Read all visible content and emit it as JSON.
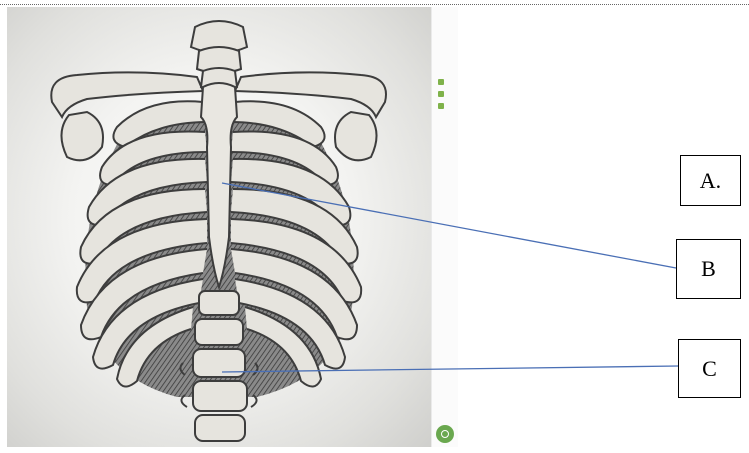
{
  "labels": {
    "a": "A.",
    "b": "B",
    "c": "C"
  },
  "colors": {
    "leader_line": "#4a6fb5",
    "bone": "#e6e4de",
    "bone_outline": "#3d3d3d",
    "hatch_shadow": "#5a5a5a",
    "watermark_accent": "#6aa84f"
  },
  "icons": {
    "stock_logo": "circle-logo-icon"
  }
}
